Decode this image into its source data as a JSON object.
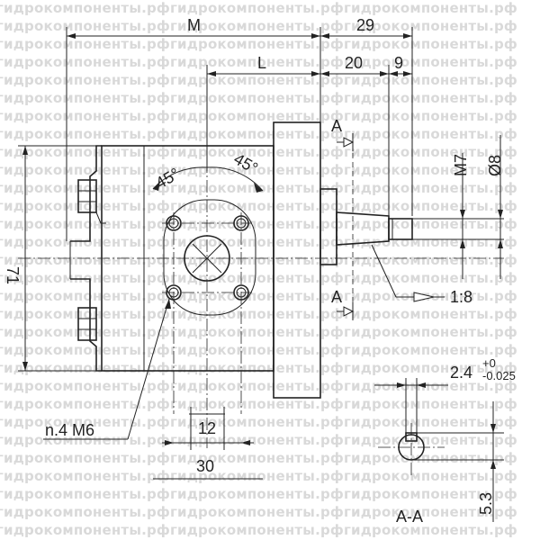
{
  "watermark": {
    "text": "гидрокомпоненты.рфгидрокомпоненты.рфгидрокомпоненты.рф"
  },
  "dimensions": {
    "M": "M",
    "L": "L",
    "d29": "29",
    "d20": "20",
    "d9": "9",
    "d71": "71",
    "M7": "M7",
    "dia8": "Ø8",
    "taper": "1:8",
    "key_width": "2.4",
    "tol_upper": "+0",
    "tol_lower": "-0.025",
    "d12": "12",
    "d30": "30",
    "d5_3": "5.3",
    "thread": "n.4 M6",
    "angle1": "45°",
    "angle2": "45°"
  },
  "sections": {
    "marker_top": "A",
    "marker_bottom": "A",
    "label": "A-A"
  }
}
